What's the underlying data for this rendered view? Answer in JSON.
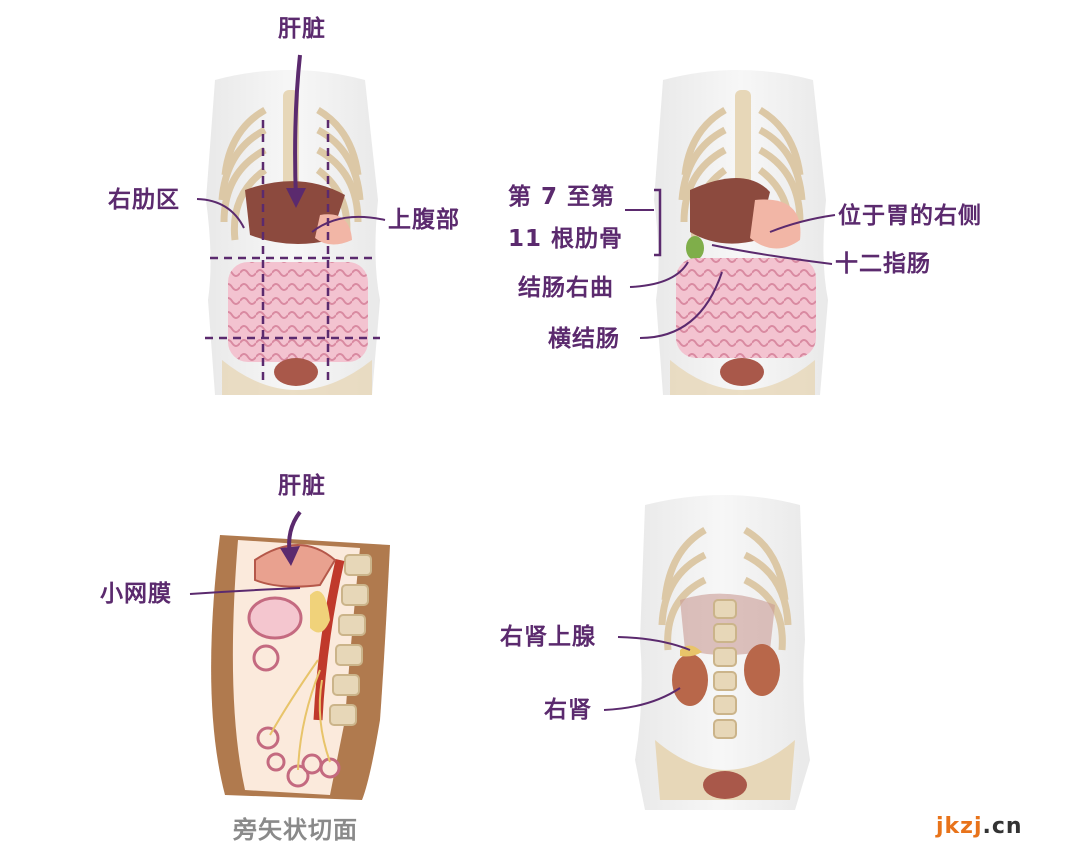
{
  "panels": {
    "front_liver": {
      "label_liver": "肝脏",
      "label_right_hypochondrium": "右肋区",
      "label_epigastrium": "上腹部"
    },
    "front_position": {
      "label_ribs_line1": "第 7 至第",
      "label_ribs_line2": "11 根肋骨",
      "label_right_of_stomach": "位于胃的右侧",
      "label_duodenum": "十二指肠",
      "label_hepatic_flexure": "结肠右曲",
      "label_transverse_colon": "横结肠"
    },
    "sagittal": {
      "label_liver": "肝脏",
      "label_lesser_omentum": "小网膜",
      "caption": "旁矢状切面"
    },
    "kidney": {
      "label_adrenal": "右肾上腺",
      "label_kidney": "右肾"
    }
  },
  "watermark": {
    "part1": "jkzj",
    "part2": ".cn",
    "color1": "#e8731a",
    "color2": "#333333"
  },
  "colors": {
    "label": "#5b2a6e",
    "bone": "#efe3cc",
    "liver": "#8c4a3e",
    "intestine": "#e9a6b8",
    "kidney": "#b8674a"
  }
}
